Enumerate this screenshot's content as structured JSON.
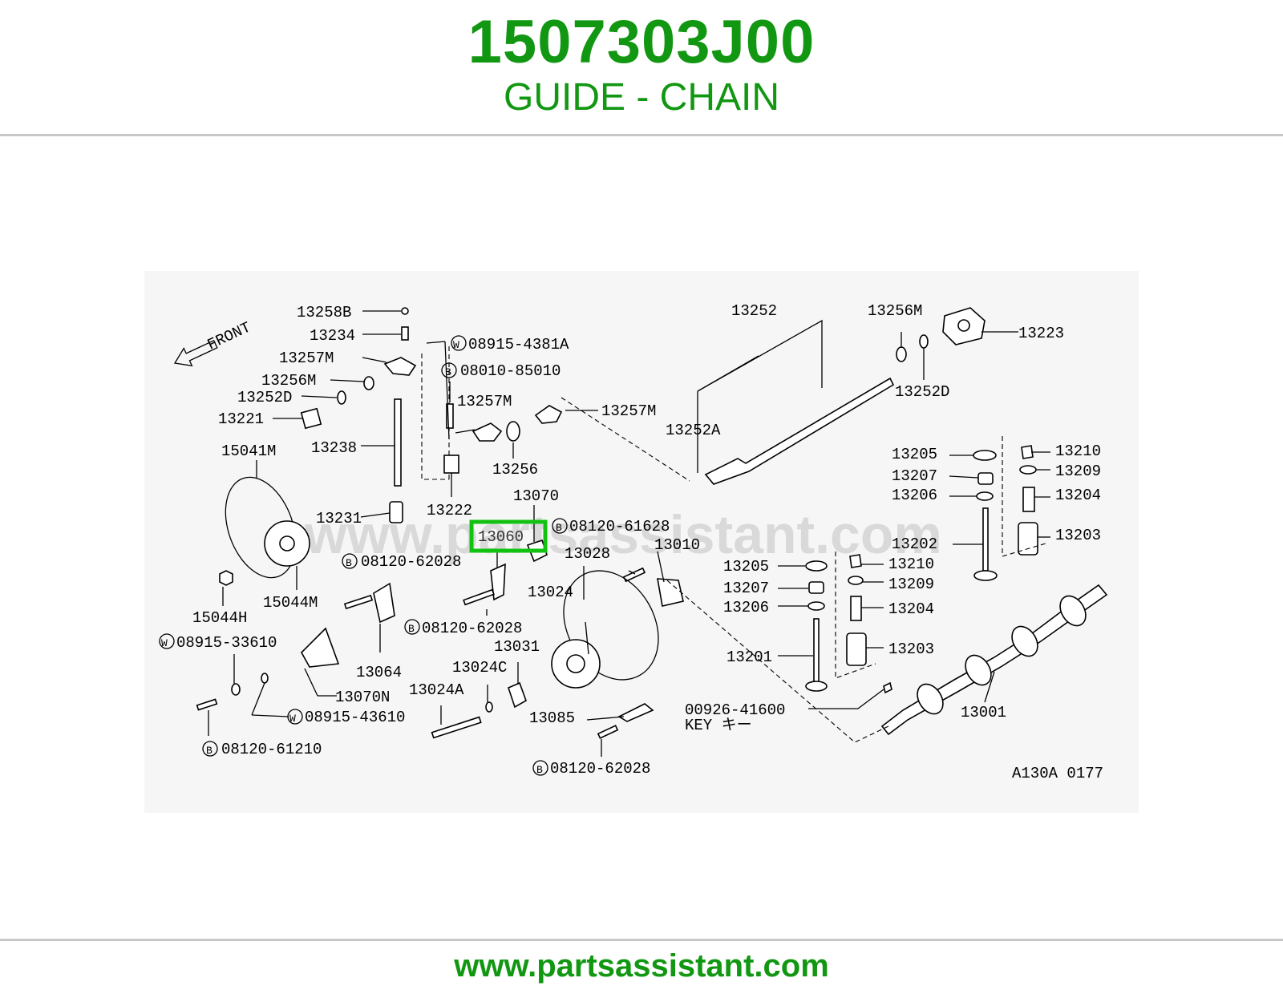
{
  "header": {
    "part_number": "1507303J00",
    "part_name": "GUIDE - CHAIN"
  },
  "footer": {
    "website": "www.partsassistant.com"
  },
  "diagram": {
    "watermark": "www.partsassistant.com",
    "front_label": "FRONT",
    "figure_code": "A130A 0177",
    "highlighted_part": "13060",
    "highlight_color": "#12c212",
    "labels": {
      "l13258B": "13258B",
      "l13234": "13234",
      "l13257M_a": "13257M",
      "l13256M_a": "13256M",
      "l13252D_a": "13252D",
      "l13221": "13221",
      "l13238": "13238",
      "l15041M": "15041M",
      "l13231": "13231",
      "l15044H": "15044H",
      "l15044M": "15044M",
      "w0891543810": "08915-4381A",
      "b0801085010": "08010-85010",
      "l13257M_b": "13257M",
      "l13257M_c": "13257M",
      "l13256": "13256",
      "l13222": "13222",
      "l13070": "13070",
      "l13060": "13060",
      "b0812061628": "08120-61628",
      "b0812062028_a": "08120-62028",
      "l13028": "13028",
      "l13010": "13010",
      "l13024": "13024",
      "b0812062028_b": "08120-62028",
      "l13064": "13064",
      "w0891533610": "08915-33610",
      "l13031": "13031",
      "l13024C": "13024C",
      "l13070N": "13070N",
      "l13024A": "13024A",
      "w0891543610": "08915-43610",
      "b0812061210": "08120-61210",
      "l13085": "13085",
      "b0812062028_c": "08120-62028",
      "l13252": "13252",
      "l13256M_b": "13256M",
      "l13223": "13223",
      "l13252D_b": "13252D",
      "l13252A": "13252A",
      "l13205_a": "13205",
      "l13207_a": "13207",
      "l13206_a": "13206",
      "l13210_a": "13210",
      "l13209_a": "13209",
      "l13204_a": "13204",
      "l13203_a": "13203",
      "l13202": "13202",
      "l13205_b": "13205",
      "l13207_b": "13207",
      "l13206_b": "13206",
      "l13210_b": "13210",
      "l13209_b": "13209",
      "l13204_b": "13204",
      "l13203_b": "13203",
      "l13201": "13201",
      "l0092641600": "00926-41600",
      "key_label": "KEY  キー",
      "l13001": "13001"
    }
  }
}
